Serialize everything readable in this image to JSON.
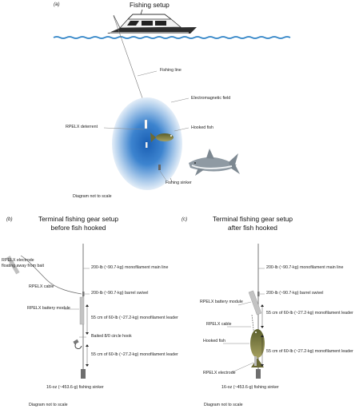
{
  "panel_a": {
    "letter": "(a)",
    "title": "Fishing setup",
    "labels": {
      "fishing_line": "Fishing line",
      "em_field": "Electromagnetic field",
      "deterrent": "RPELX deterrent",
      "hooked_fish": "Hooked fish",
      "sinker": "Fishing sinker"
    },
    "note": "Diagram not to scale"
  },
  "panel_b": {
    "letter": "(b)",
    "title_line1": "Terminal fishing gear setup",
    "title_line2": "before fish hooked",
    "left_labels": {
      "electrode_line1": "RPELX electrode",
      "electrode_line2": "floating away from bait",
      "cable": "RPELX cable",
      "battery": "RPELX battery module"
    },
    "right_labels": {
      "main_line": "200-lb (~90.7-kg) monofilament main line",
      "swivel": "200-lb (~90.7-kg) barrel swivel",
      "leader_top": "55 cm of 60-lb (~27.2-kg) monofilament leader",
      "hook": "Baited 8/0 circle hook",
      "leader_bottom": "55 cm of 60-lb (~27.2-kg) monofilament leader"
    },
    "sinker": "16-oz (~453.6-g) fishing sinker",
    "note": "Diagram not to scale"
  },
  "panel_c": {
    "letter": "(c)",
    "title_line1": "Terminal fishing gear setup",
    "title_line2": "after fish hooked",
    "left_labels": {
      "battery": "RPELX battery module",
      "cable": "RPELX cable",
      "hooked_fish": "Hooked fish",
      "electrode": "RPELX electrode"
    },
    "right_labels": {
      "main_line": "200-lb (~90.7-kg) monofilament main line",
      "swivel": "200-lb (~90.7-kg) barrel swivel",
      "leader_top": "55 cm of 60-lb (~27.2-kg) monofilament leader",
      "leader_bottom": "55 cm of 60-lb (~27.2-kg) monofilament leader"
    },
    "sinker": "16-oz (~453.6-g) fishing sinker",
    "note": "Diagram not to scale"
  },
  "colors": {
    "water": "#2f83c6",
    "field_center": "#1e63b8",
    "field_edge": "#dbe9f6",
    "line": "#555555",
    "module": "#b9b9b9",
    "fish": "#7a7a3a",
    "shark": "#8f9aa3"
  }
}
